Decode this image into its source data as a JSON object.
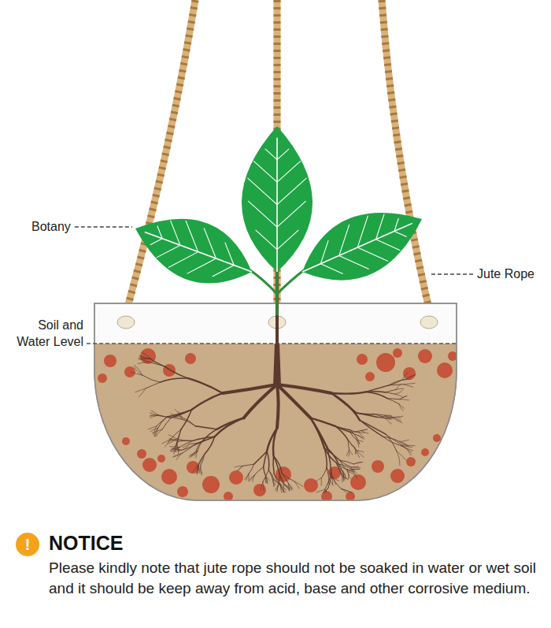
{
  "diagram": {
    "nodes": [
      {
        "text": [
          "!"
        ]
      }
    ],
    "labels": [
      "Botany",
      "Jute Rope",
      "Soil and Water Level",
      "NOTICE",
      "Please kindly note that jute rope should not be soaked in water or wet soil and it should be keep away from acid, base and other corrosive medium."
    ]
  }
}
